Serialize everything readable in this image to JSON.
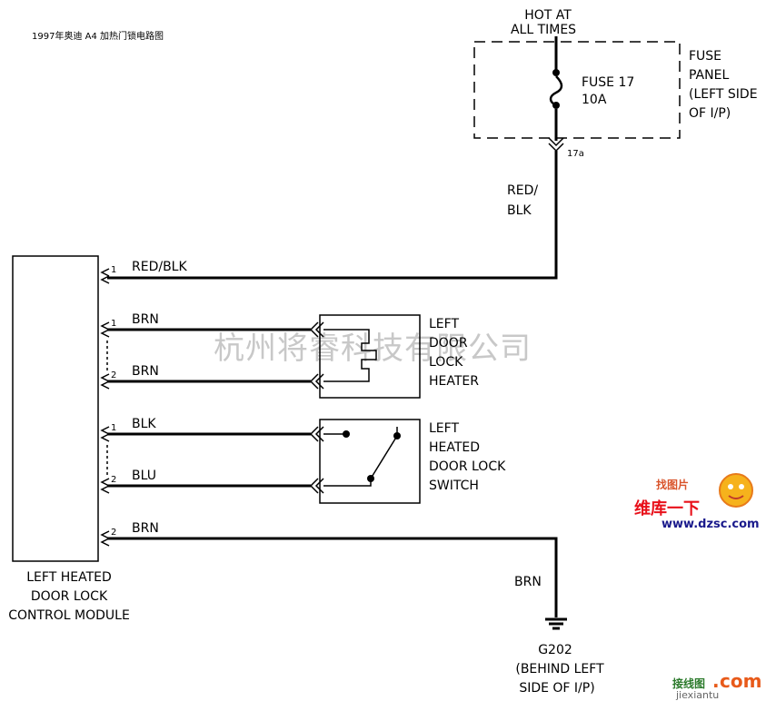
{
  "title": "1997年奥迪 A4 加热门锁电路图",
  "power": {
    "line1": "HOT AT",
    "line2": "ALL TIMES"
  },
  "fuse": {
    "name": "FUSE 17",
    "rating": "10A",
    "terminal": "17a"
  },
  "fuse_panel": {
    "line1": "FUSE",
    "line2": "PANEL",
    "line3": "(LEFT SIDE",
    "line4": "OF I/P)"
  },
  "wire_vertical": {
    "line1": "RED/",
    "line2": "BLK"
  },
  "module": {
    "line1": "LEFT HEATED",
    "line2": "DOOR LOCK",
    "line3": "CONTROL MODULE"
  },
  "pins": [
    {
      "pin": "1",
      "color": "RED/BLK"
    },
    {
      "pin": "1",
      "color": "BRN"
    },
    {
      "pin": "2",
      "color": "BRN"
    },
    {
      "pin": "1",
      "color": "BLK"
    },
    {
      "pin": "2",
      "color": "BLU"
    },
    {
      "pin": "2",
      "color": "BRN"
    }
  ],
  "heater": {
    "line1": "LEFT",
    "line2": "DOOR",
    "line3": "LOCK",
    "line4": "HEATER"
  },
  "switch": {
    "line1": "LEFT",
    "line2": "HEATED",
    "line3": "DOOR LOCK",
    "line4": "SWITCH"
  },
  "ground": {
    "wire": "BRN",
    "name": "G202",
    "line1": "(BEHIND LEFT",
    "line2": "SIDE OF I/P)"
  },
  "watermark": "杭州将睿科技有限公司",
  "logo": {
    "top": "找图片",
    "main": "维库一下",
    "url": "www.dzsc.com"
  },
  "footer_logo": {
    "brand": "接线图",
    "dot": ".",
    "com": "com",
    "url": "jiexiantu"
  }
}
